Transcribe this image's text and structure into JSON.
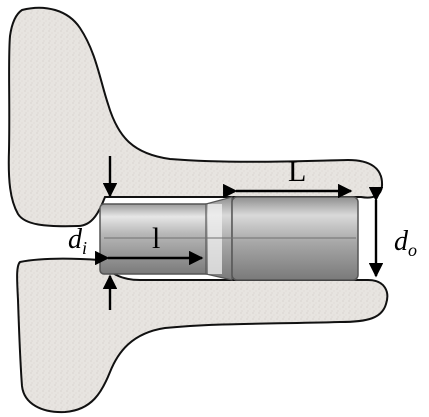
{
  "labels": {
    "outer_length": "L",
    "inner_length": "l",
    "inner_diameter_base": "d",
    "inner_diameter_sub": "i",
    "outer_diameter_base": "d",
    "outer_diameter_sub": "o"
  },
  "colors": {
    "stone": "#e7e4e0",
    "stone_dark": "#cfcac4",
    "outline": "#111111",
    "metal_light": "#d9d9d9",
    "metal_mid": "#a7a7a7",
    "metal_dark": "#7a7a7a",
    "arrow": "#000000"
  }
}
